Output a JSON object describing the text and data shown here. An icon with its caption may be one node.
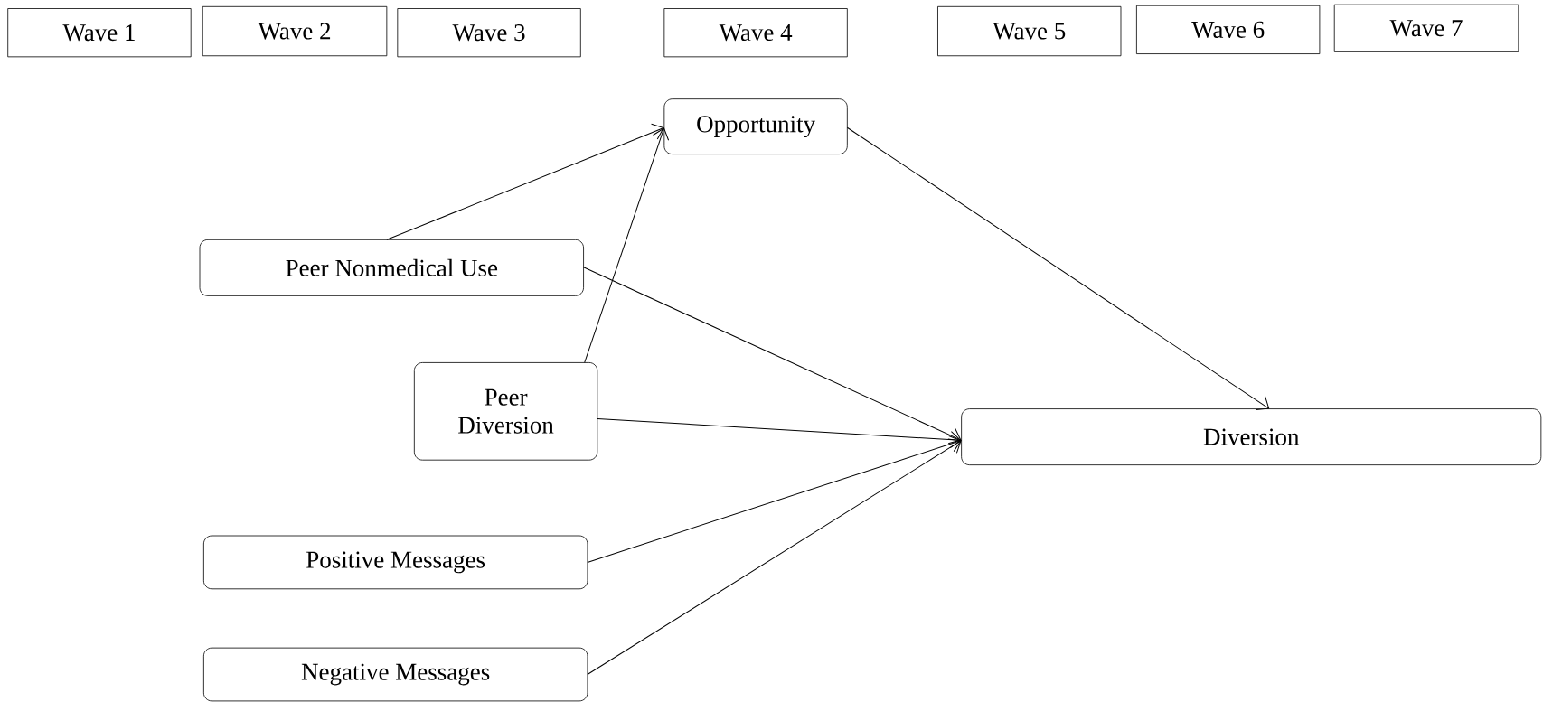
{
  "diagram": {
    "nodes": [
      {
        "text": [
          "Wave 1"
        ]
      },
      {
        "text": [
          "Wave 2"
        ]
      },
      {
        "text": [
          "Wave 3"
        ]
      },
      {
        "text": [
          "Wave 4"
        ]
      },
      {
        "text": [
          "Wave 5"
        ]
      },
      {
        "text": [
          "Wave 6"
        ]
      },
      {
        "text": [
          "Wave 7"
        ]
      },
      {
        "text": [
          "Opportunity"
        ]
      },
      {
        "text": [
          "Peer Nonmedical Use"
        ]
      },
      {
        "text": [
          "Peer Diversion"
        ]
      },
      {
        "text": [
          "Positive Messages"
        ]
      },
      {
        "text": [
          "Negative Messages"
        ]
      },
      {
        "text": [
          "Diversion"
        ]
      }
    ],
    "edges": [
      {
        "from": 8,
        "to": 7,
        "arrow": "to"
      },
      {
        "from": 9,
        "to": 7,
        "arrow": "to"
      },
      {
        "from": 7,
        "to": 12,
        "arrow": "to"
      },
      {
        "from": 8,
        "to": 12,
        "arrow": "to"
      },
      {
        "from": 9,
        "to": 12,
        "arrow": "to"
      },
      {
        "from": 10,
        "to": 12,
        "arrow": "to"
      },
      {
        "from": 11,
        "to": 12,
        "arrow": "to"
      }
    ]
  }
}
